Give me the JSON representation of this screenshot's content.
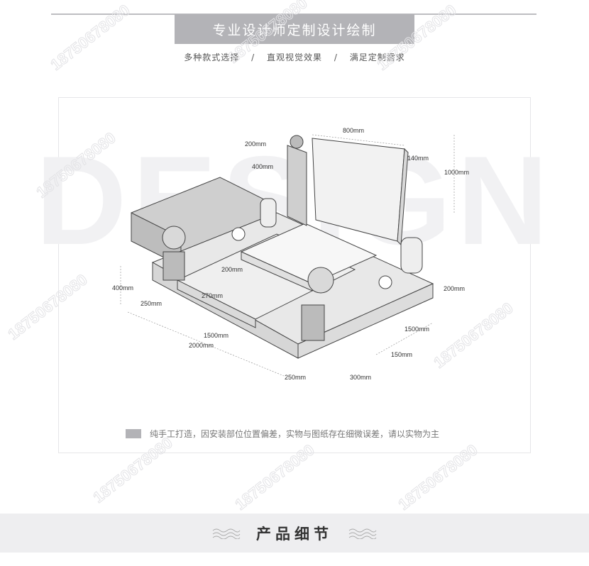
{
  "header": {
    "title": "专业设计师定制设计绘制",
    "subtitle": [
      "多种款式选择",
      "/",
      "直观视觉效果",
      "/",
      "满足定制需求"
    ]
  },
  "background_word": "DESIGN",
  "watermark": "18750678080",
  "dimensions": {
    "top_width": "800mm",
    "post_width": "200mm",
    "stele_depth": "140mm",
    "post_height": "400mm",
    "stele_height": "1000mm",
    "slab_height": "200mm",
    "base_height": "400mm",
    "step_left": "250mm",
    "step_depth": "270mm",
    "inner_length": "1500mm",
    "total_length": "2000mm",
    "front_step": "250mm",
    "front_right": "300mm",
    "border": "150mm",
    "side_length": "1500mm",
    "right_height": "200mm"
  },
  "note": "纯手工打造，因安装部位位置偏差，实物与图纸存在细微误差，请以实物为主",
  "footer": {
    "title": "产品细节"
  },
  "colors": {
    "title_bg": "#b3b3b7",
    "footer_bg": "#eeeef0"
  }
}
